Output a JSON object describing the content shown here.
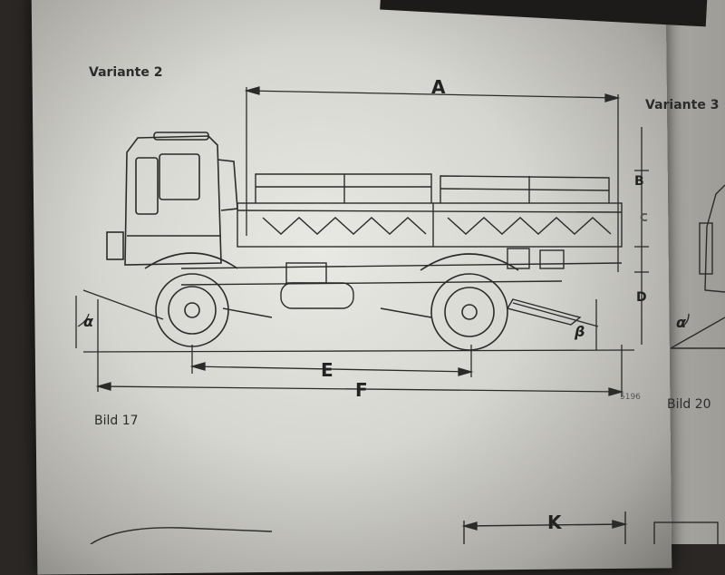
{
  "labels": {
    "variante2": "Variante 2",
    "variante3": "Variante 3",
    "bild17": "Bild 17",
    "bild20": "Bild 20",
    "ref_number": "5196"
  },
  "dimensions": {
    "a": "A",
    "b": "B",
    "c": "C",
    "d": "D",
    "e": "E",
    "f": "F",
    "k": "K",
    "alpha": "α",
    "beta": "β"
  },
  "colors": {
    "line": "#2b2b2b",
    "paper": "#e2e2dc"
  }
}
